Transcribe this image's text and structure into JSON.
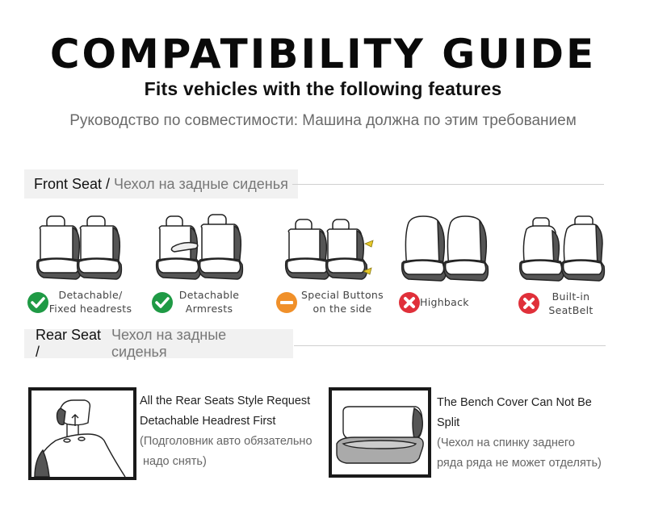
{
  "header": {
    "title": "COMPATIBILITY GUIDE",
    "subtitle": "Fits vehicles with the following features",
    "subtitle_ru": "Руководство по совместимости: Машина должна по этим требованием"
  },
  "front_section": {
    "label_en": "Front Seat /",
    "label_ru": "Чехол на задные сиденья",
    "features": [
      {
        "line1": "Detachable/",
        "line2": "Fixed headrests",
        "status": "check",
        "status_color": "#1f9a45"
      },
      {
        "line1": "Detachable",
        "line2": "Armrests",
        "status": "check",
        "status_color": "#1f9a45"
      },
      {
        "line1": "Special Buttons",
        "line2": "on the side",
        "status": "caution",
        "status_color": "#f0902a"
      },
      {
        "line1": "Highback",
        "line2": "",
        "status": "cross",
        "status_color": "#e0303a"
      },
      {
        "line1": "Built-in",
        "line2": "SeatBelt",
        "status": "cross",
        "status_color": "#e0303a"
      }
    ]
  },
  "rear_section": {
    "label_en": "Rear Seat /",
    "label_ru": "Чехол на задные сиденья",
    "items": [
      {
        "line1": "All the Rear Seats Style Request",
        "line2": "Detachable Headrest First",
        "ru1": "(Подголовник авто обязательно",
        "ru2": " надо снять)"
      },
      {
        "line1": "The Bench Cover Can Not Be",
        "line2": "Split",
        "ru1": "(Чехол на спинку заднего",
        "ru2": "ряда ряда не может отделять)"
      }
    ]
  },
  "colors": {
    "check": "#1f9a45",
    "caution": "#f0902a",
    "cross": "#e0303a",
    "seat_side": "#5a5a5a"
  }
}
